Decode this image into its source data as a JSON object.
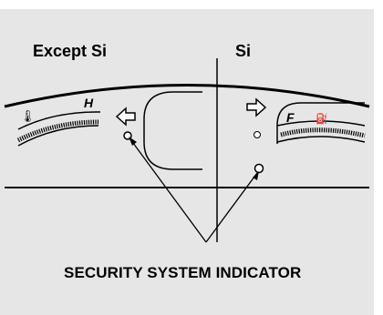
{
  "diagram": {
    "label_left": "Except Si",
    "label_right": "Si",
    "indicator_caption": "SECURITY SYSTEM INDICATOR",
    "gauge_left_letter": "H",
    "gauge_right_letter": "F",
    "colors": {
      "background": "#e6e6e6",
      "stroke": "#000000"
    }
  }
}
